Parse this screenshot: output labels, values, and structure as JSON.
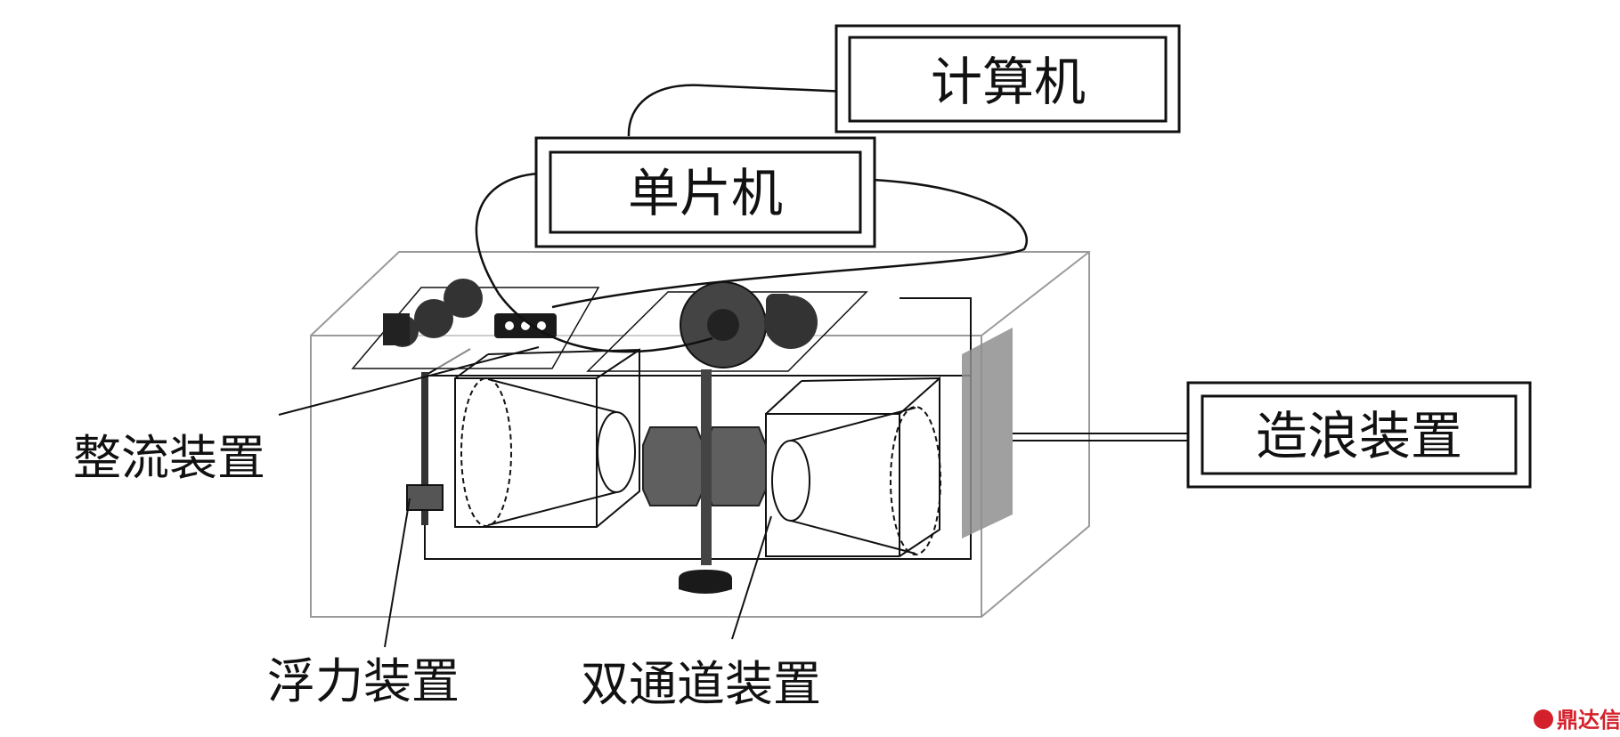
{
  "boxes": {
    "computer": "计算机",
    "mcu": "单片机",
    "wave_maker": "造浪装置"
  },
  "callouts": {
    "flow_straightener": "整流装置",
    "buoyancy": "浮力装置",
    "dual_channel": "双通道装置"
  },
  "watermark": "鼎达信",
  "colors": {
    "line": "#111111",
    "tank": "#9a9a9a",
    "wave_plate": "#8f8f8f",
    "turbine": "#5f5f5f",
    "brand": "#d4202a"
  }
}
